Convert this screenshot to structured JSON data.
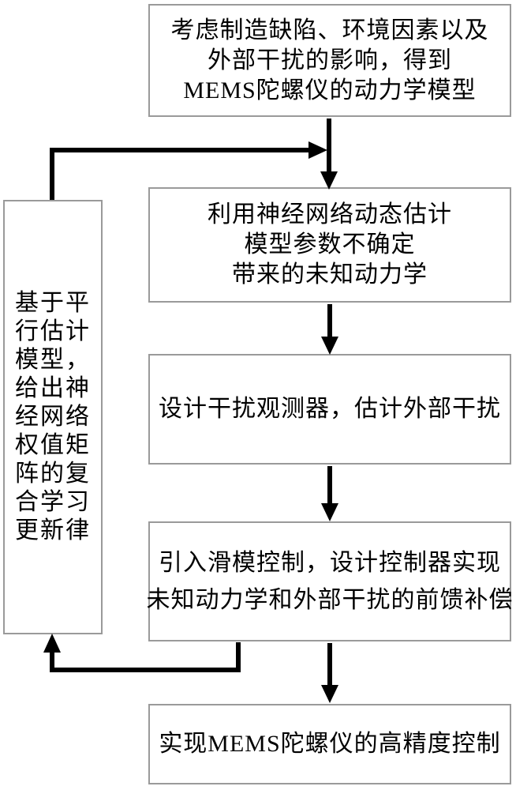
{
  "diagram": {
    "kind": "flowchart",
    "language": "zh",
    "subject": "MEMS gyroscope high-precision control method flow",
    "colors": {
      "background": "#ffffff",
      "box_border": "#9a9a9a",
      "box_fill": "#ffffff",
      "text": "#000000",
      "arrow": "#000000"
    },
    "boxes": [
      {
        "id": "dynamics-model",
        "lines": [
          "考虑制造缺陷、环境因素以及",
          "外部干扰的影响，得到",
          "MEMS陀螺仪的动力学模型"
        ]
      },
      {
        "id": "nn-estimation",
        "lines": [
          "利用神经网络动态估计",
          "模型参数不确定",
          "带来的未知动力学"
        ]
      },
      {
        "id": "disturbance-observer",
        "lines": [
          "设计干扰观测器，估计外部干扰"
        ]
      },
      {
        "id": "sliding-mode-control",
        "lines": [
          "引入滑模控制，设计控制器实现",
          "未知动力学和外部干扰的前馈补偿"
        ]
      },
      {
        "id": "high-precision-control",
        "lines": [
          "实现MEMS陀螺仪的高精度控制"
        ]
      },
      {
        "id": "composite-learning",
        "lines": [
          "基于平",
          "行估计",
          "模型，",
          "给出神",
          "经网络",
          "权值矩",
          "阵的复",
          "合学习",
          "更新律"
        ]
      }
    ],
    "connections": [
      {
        "from": "dynamics-model",
        "to": "nn-estimation",
        "type": "arrow-down"
      },
      {
        "from": "nn-estimation",
        "to": "disturbance-observer",
        "type": "arrow-down"
      },
      {
        "from": "disturbance-observer",
        "to": "sliding-mode-control",
        "type": "arrow-down"
      },
      {
        "from": "sliding-mode-control",
        "to": "high-precision-control",
        "type": "arrow-down"
      },
      {
        "from": "sliding-mode-control",
        "to": "composite-learning",
        "type": "feedback-left-up"
      },
      {
        "from": "composite-learning",
        "to": "nn-estimation",
        "type": "feedback-up-right"
      }
    ]
  }
}
